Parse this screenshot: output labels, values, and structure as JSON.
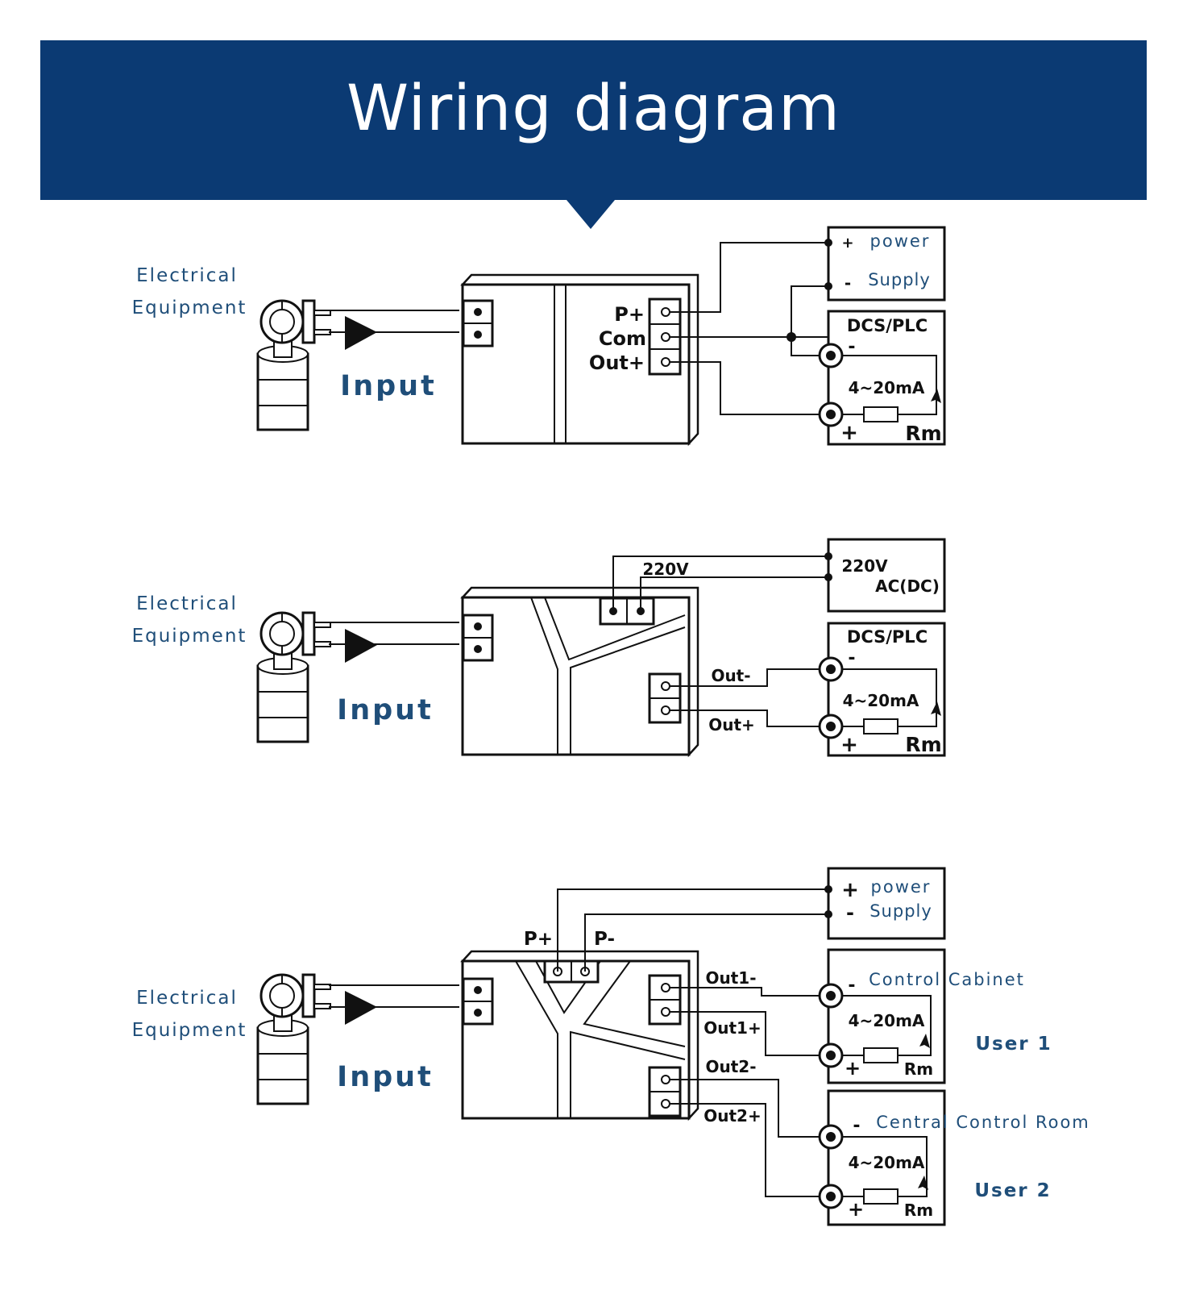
{
  "colors": {
    "banner": "#0b3a73",
    "label_blue": "#1f4e79",
    "line": "#111111"
  },
  "title": "Wiring diagram",
  "diagram1": {
    "equipment_line1": "Electrical",
    "equipment_line2": "Equipment",
    "input": "Input",
    "terminal_p": "P+",
    "terminal_com": "Com",
    "terminal_out": "Out+",
    "supply_plus": "+",
    "supply_minus": "-",
    "supply_line1": "power",
    "supply_line2": "Supply",
    "dcs": "DCS/PLC",
    "dcs_minus": "-",
    "current": "4~20mA",
    "dcs_plus": "+",
    "rm": "Rm"
  },
  "diagram2": {
    "equipment_line1": "Electrical",
    "equipment_line2": "Equipment",
    "input": "Input",
    "v220": "220V",
    "supply_line1": "220V",
    "supply_line2": "AC(DC)",
    "out_minus": "Out-",
    "out_plus": "Out+",
    "dcs": "DCS/PLC",
    "dcs_minus": "-",
    "current": "4~20mA",
    "dcs_plus": "+",
    "rm": "Rm"
  },
  "diagram3": {
    "equipment_line1": "Electrical",
    "equipment_line2": "Equipment",
    "input": "Input",
    "p_plus": "P+",
    "p_minus": "P-",
    "supply_plus": "+",
    "supply_minus": "-",
    "supply_line1": "power",
    "supply_line2": "Supply",
    "out1_minus": "Out1-",
    "out1_plus": "Out1+",
    "out2_minus": "Out2-",
    "out2_plus": "Out2+",
    "cabinet_minus": "-",
    "cabinet": "Control Cabinet",
    "cabinet_current": "4~20mA",
    "cabinet_plus": "+",
    "cabinet_rm": "Rm",
    "user1": "User  1",
    "room_minus": "-",
    "room": "Central Control Room",
    "room_current": "4~20mA",
    "room_plus": "+",
    "room_rm": "Rm",
    "user2": "User  2"
  }
}
